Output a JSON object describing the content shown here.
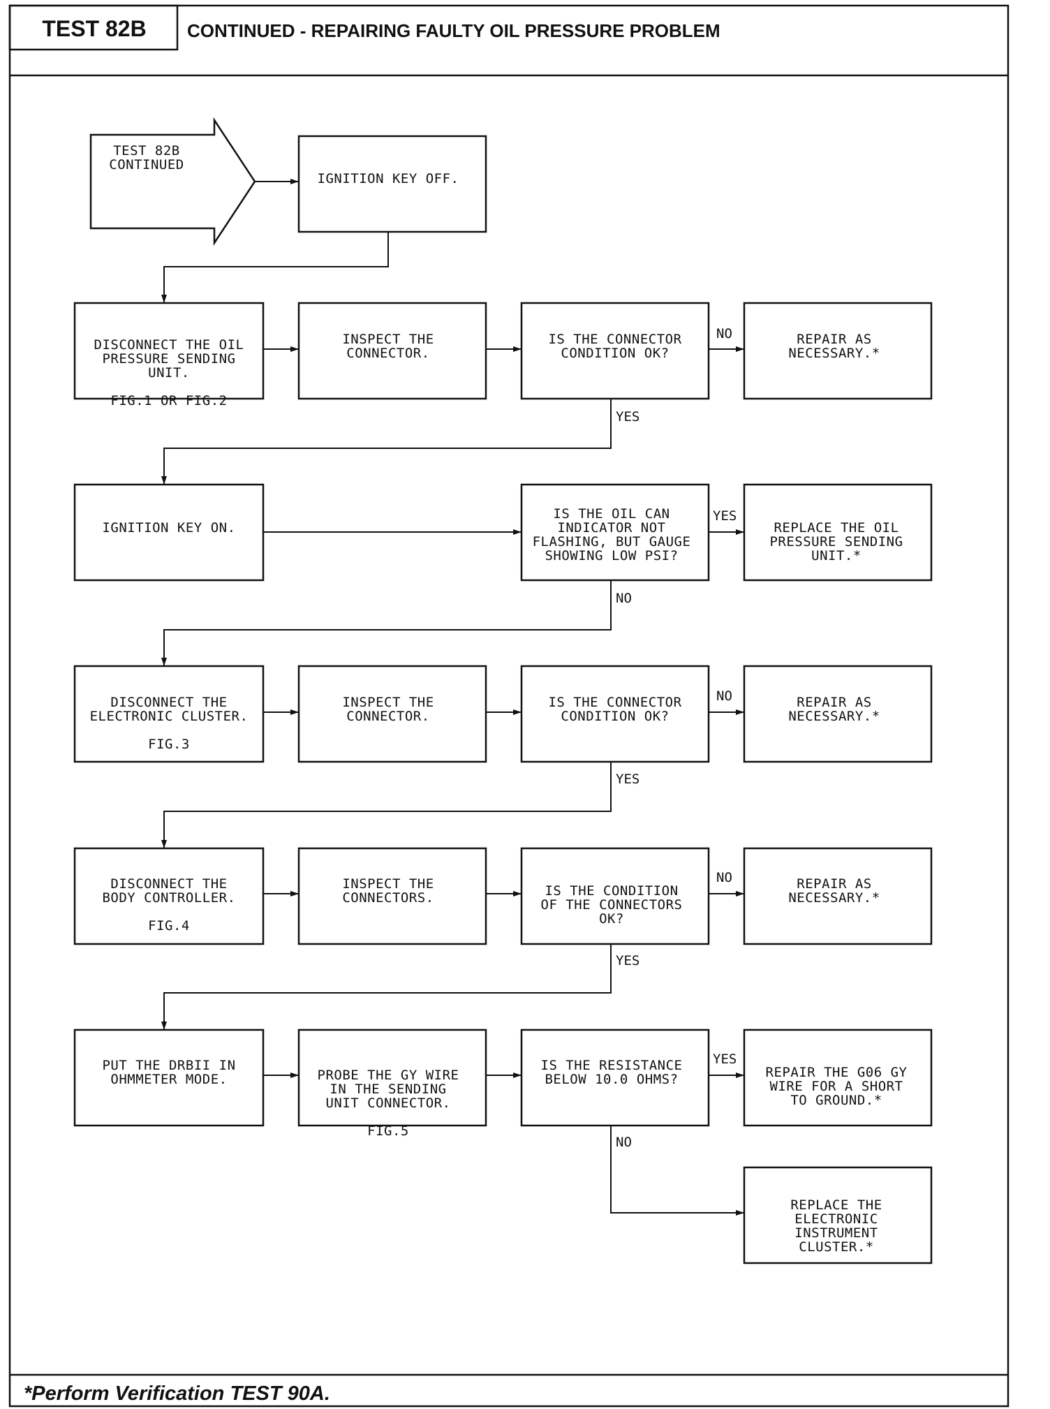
{
  "header": {
    "test_id": "TEST 82B",
    "title": "CONTINUED - REPAIRING FAULTY OIL PRESSURE PROBLEM"
  },
  "footer": {
    "note": "*Perform Verification TEST 90A."
  },
  "nodes": {
    "start": [
      "TEST 82B",
      "CONTINUED"
    ],
    "key_off": [
      "IGNITION KEY OFF."
    ],
    "disconnect_sending_unit": [
      "DISCONNECT THE OIL",
      "PRESSURE SENDING",
      "UNIT.",
      "",
      "FIG.1 OR FIG.2"
    ],
    "inspect_connector_1": [
      "INSPECT THE",
      "CONNECTOR."
    ],
    "connector_ok_1": [
      "IS THE CONNECTOR",
      "CONDITION OK?"
    ],
    "repair_1": [
      "REPAIR AS",
      "NECESSARY.*"
    ],
    "key_on": [
      "IGNITION KEY ON."
    ],
    "oil_can_question": [
      "IS THE OIL CAN",
      "INDICATOR NOT",
      "FLASHING, BUT GAUGE",
      "SHOWING LOW PSI?"
    ],
    "replace_sending_unit": [
      "REPLACE THE OIL",
      "PRESSURE SENDING",
      "UNIT.*"
    ],
    "disconnect_cluster": [
      "DISCONNECT THE",
      "ELECTRONIC CLUSTER.",
      "",
      "FIG.3"
    ],
    "inspect_connector_2": [
      "INSPECT THE",
      "CONNECTOR."
    ],
    "connector_ok_2": [
      "IS THE CONNECTOR",
      "CONDITION OK?"
    ],
    "repair_2": [
      "REPAIR AS",
      "NECESSARY.*"
    ],
    "disconnect_body": [
      "DISCONNECT THE",
      "BODY CONTROLLER.",
      "",
      "FIG.4"
    ],
    "inspect_connectors": [
      "INSPECT THE",
      "CONNECTORS."
    ],
    "connectors_ok": [
      "IS THE CONDITION",
      "OF THE CONNECTORS",
      "OK?"
    ],
    "repair_3": [
      "REPAIR AS",
      "NECESSARY.*"
    ],
    "drbii": [
      "PUT THE DRBII IN",
      "OHMMETER MODE."
    ],
    "probe_wire": [
      "PROBE THE GY WIRE",
      "IN THE SENDING",
      "UNIT CONNECTOR.",
      "",
      "FIG.5"
    ],
    "resistance_question": [
      "IS THE RESISTANCE",
      "BELOW 10.0 OHMS?"
    ],
    "repair_short": [
      "REPAIR THE G06 GY",
      "WIRE FOR A SHORT",
      "TO GROUND.*"
    ],
    "replace_cluster": [
      "REPLACE THE",
      "ELECTRONIC",
      "INSTRUMENT",
      "CLUSTER.*"
    ]
  },
  "edge_labels": {
    "no_1": "NO",
    "yes_1": "YES",
    "yes_2": "YES",
    "no_2": "NO",
    "no_3": "NO",
    "yes_3": "YES",
    "no_4": "NO",
    "yes_4": "YES",
    "yes_5": "YES",
    "no_5": "NO"
  }
}
